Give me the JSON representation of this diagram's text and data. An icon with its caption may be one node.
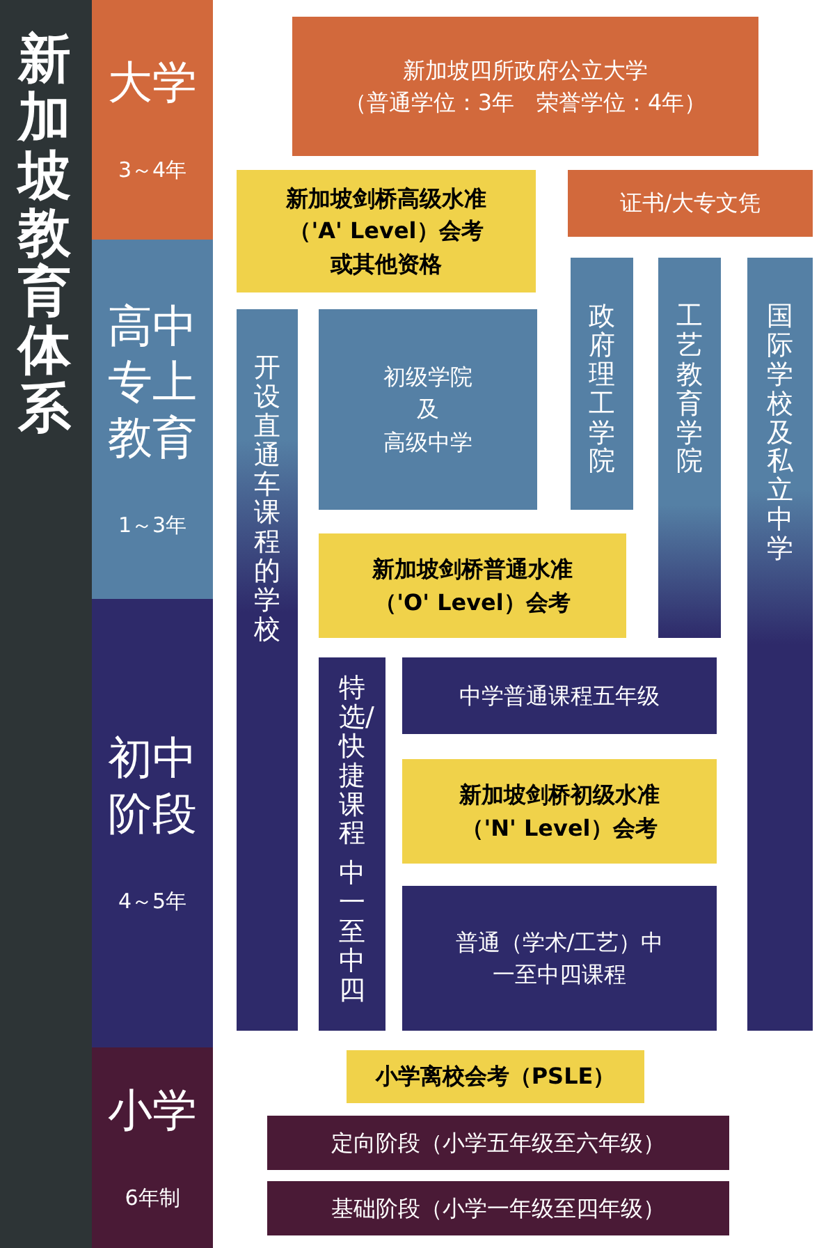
{
  "diagram": {
    "title": "新加坡教育体系",
    "nodes": [
      {
        "text": [
          "大学",
          "3～4年"
        ]
      },
      {
        "text": [
          "高中专上教育",
          "1～3年"
        ]
      },
      {
        "text": [
          "初中阶段",
          "4～5年"
        ]
      },
      {
        "text": [
          "小学",
          "6年制"
        ]
      },
      {
        "text": [
          "新加坡四所政府公立大学",
          "（普通学位：3年　荣誉学位：4年）"
        ]
      },
      {
        "text": [
          "新加坡剑桥高级水准（'A' Level）会考或其他资格"
        ]
      },
      {
        "text": [
          "证书/大专文凭"
        ]
      },
      {
        "text": [
          "开设直通车课程的学校"
        ]
      },
      {
        "text": [
          "初级学院",
          "及",
          "高级中学"
        ]
      },
      {
        "text": [
          "政府理工学院"
        ]
      },
      {
        "text": [
          "工艺教育学院"
        ]
      },
      {
        "text": [
          "国际学校及私立中学"
        ]
      },
      {
        "text": [
          "新加坡剑桥普通水准（'O' Level）会考"
        ]
      },
      {
        "text": [
          "特选/快捷课程",
          "中一至中四"
        ]
      },
      {
        "text": [
          "中学普通课程五年级"
        ]
      },
      {
        "text": [
          "新加坡剑桥初级水准（'N' Level）会考"
        ]
      },
      {
        "text": [
          "普通（学术/工艺）中一至中四课程"
        ]
      },
      {
        "text": [
          "小学离校会考（PSLE）"
        ]
      },
      {
        "text": [
          "定向阶段（小学五年级至六年级）"
        ]
      },
      {
        "text": [
          "基础阶段（小学一年级至四年级）"
        ]
      }
    ]
  }
}
